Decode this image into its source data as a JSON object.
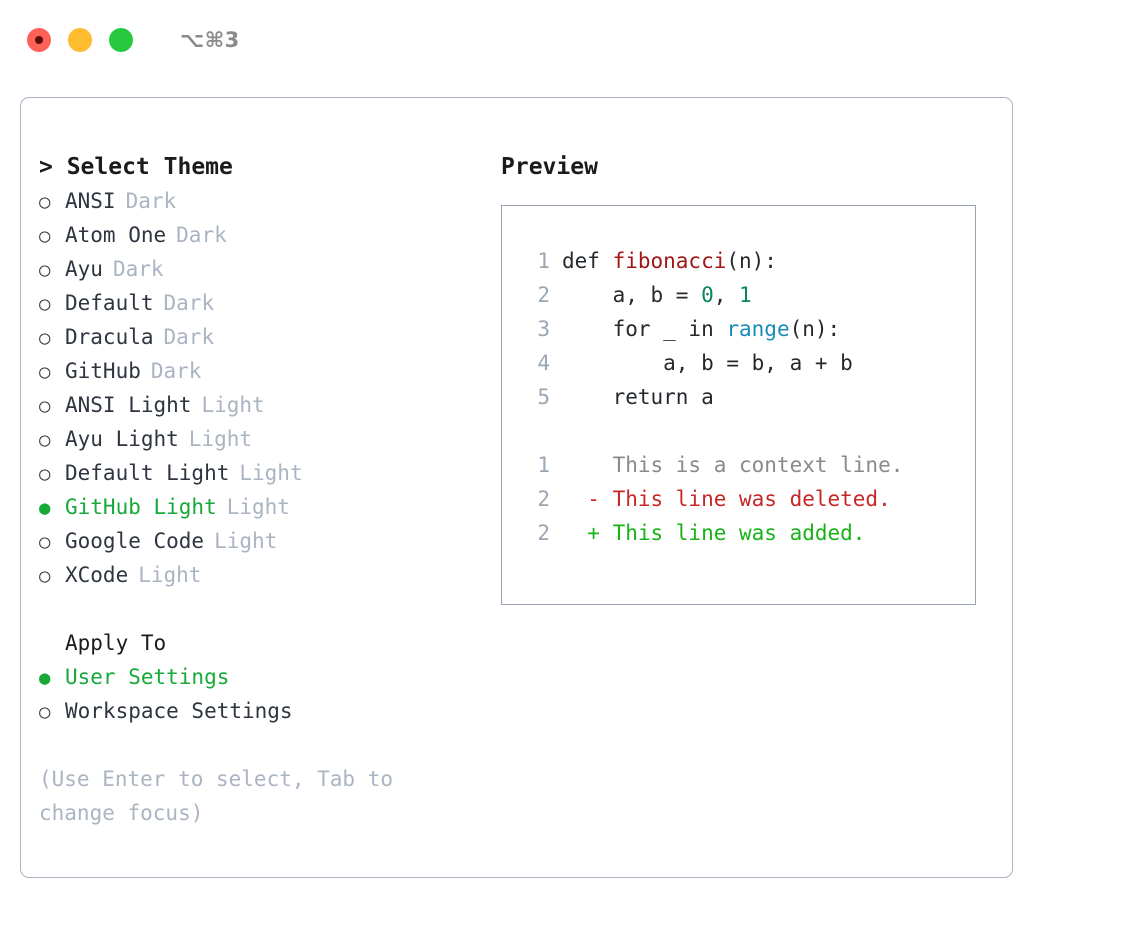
{
  "titlebar": {
    "shortcut": "⌥⌘3",
    "lights": [
      "red",
      "yellow",
      "green"
    ]
  },
  "theme_panel": {
    "title": "> Select Theme",
    "items": [
      {
        "bullet": "○",
        "name": "ANSI",
        "kind": "Dark",
        "selected": false
      },
      {
        "bullet": "○",
        "name": "Atom One",
        "kind": "Dark",
        "selected": false
      },
      {
        "bullet": "○",
        "name": "Ayu",
        "kind": "Dark",
        "selected": false
      },
      {
        "bullet": "○",
        "name": "Default",
        "kind": "Dark",
        "selected": false
      },
      {
        "bullet": "○",
        "name": "Dracula",
        "kind": "Dark",
        "selected": false
      },
      {
        "bullet": "○",
        "name": "GitHub",
        "kind": "Dark",
        "selected": false
      },
      {
        "bullet": "○",
        "name": "ANSI Light",
        "kind": "Light",
        "selected": false
      },
      {
        "bullet": "○",
        "name": "Ayu Light",
        "kind": "Light",
        "selected": false
      },
      {
        "bullet": "○",
        "name": "Default Light",
        "kind": "Light",
        "selected": false
      },
      {
        "bullet": "●",
        "name": "GitHub Light",
        "kind": "Light",
        "selected": true
      },
      {
        "bullet": "○",
        "name": "Google Code",
        "kind": "Light",
        "selected": false
      },
      {
        "bullet": "○",
        "name": "XCode",
        "kind": "Light",
        "selected": false
      }
    ]
  },
  "apply_to": {
    "label": "Apply To",
    "options": [
      {
        "bullet": "●",
        "label": "User Settings",
        "selected": true
      },
      {
        "bullet": "○",
        "label": "Workspace Settings",
        "selected": false
      }
    ]
  },
  "hint": "(Use Enter to select, Tab to change focus)",
  "preview": {
    "title": "Preview",
    "code_lines": [
      {
        "n": "1",
        "tokens": [
          {
            "t": "def ",
            "c": "tok-def"
          },
          {
            "t": "fibonacci",
            "c": "tok-fn"
          },
          {
            "t": "(n):",
            "c": "tok-plain"
          }
        ]
      },
      {
        "n": "2",
        "tokens": [
          {
            "t": "    a, b = ",
            "c": "tok-plain"
          },
          {
            "t": "0",
            "c": "tok-num"
          },
          {
            "t": ", ",
            "c": "tok-plain"
          },
          {
            "t": "1",
            "c": "tok-num"
          }
        ]
      },
      {
        "n": "3",
        "tokens": [
          {
            "t": "    for _ in ",
            "c": "tok-plain"
          },
          {
            "t": "range",
            "c": "tok-call"
          },
          {
            "t": "(n):",
            "c": "tok-plain"
          }
        ]
      },
      {
        "n": "4",
        "tokens": [
          {
            "t": "        a, b = b, a + b",
            "c": "tok-plain"
          }
        ]
      },
      {
        "n": "5",
        "tokens": [
          {
            "t": "    return a",
            "c": "tok-plain"
          }
        ]
      }
    ],
    "diff_lines": [
      {
        "n": "1",
        "marker": "  ",
        "text": "This is a context line.",
        "kind": "context"
      },
      {
        "n": "2",
        "marker": "- ",
        "text": "This line was deleted.",
        "kind": "removed"
      },
      {
        "n": "2",
        "marker": "+ ",
        "text": "This line was added.",
        "kind": "added"
      }
    ]
  },
  "colors": {
    "accent_green": "#17a939",
    "diff_added": "#17b317",
    "diff_removed": "#c62828",
    "muted": "#aab4c2",
    "border": "#aab4c2",
    "fn_name": "#a31515",
    "number": "#098658",
    "builtin": "#1a8cb8"
  }
}
